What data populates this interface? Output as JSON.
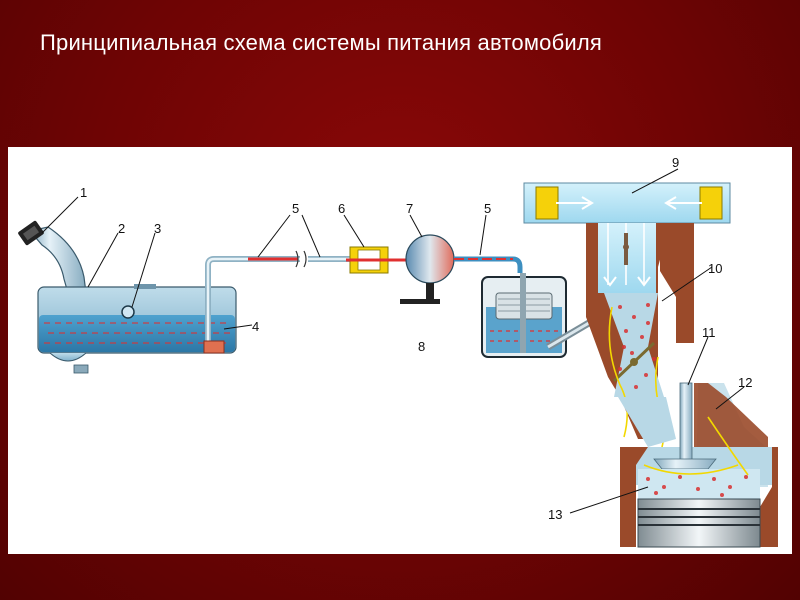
{
  "title": "Принципиальная схема системы питания автомобиля",
  "callouts": [
    "1",
    "2",
    "3",
    "4",
    "5",
    "5",
    "6",
    "7",
    "5",
    "8",
    "9",
    "10",
    "11",
    "12",
    "13"
  ],
  "colors": {
    "background": "#7a0505",
    "tank_metal": "#a9c7d6",
    "fuel": "#3d8fc0",
    "air": "#aee3f5",
    "duct_rust": "#9a4a2a",
    "fuel_line_red": "#e03030",
    "filter_yellow": "#f5d10a",
    "spark": "#f2d800"
  }
}
